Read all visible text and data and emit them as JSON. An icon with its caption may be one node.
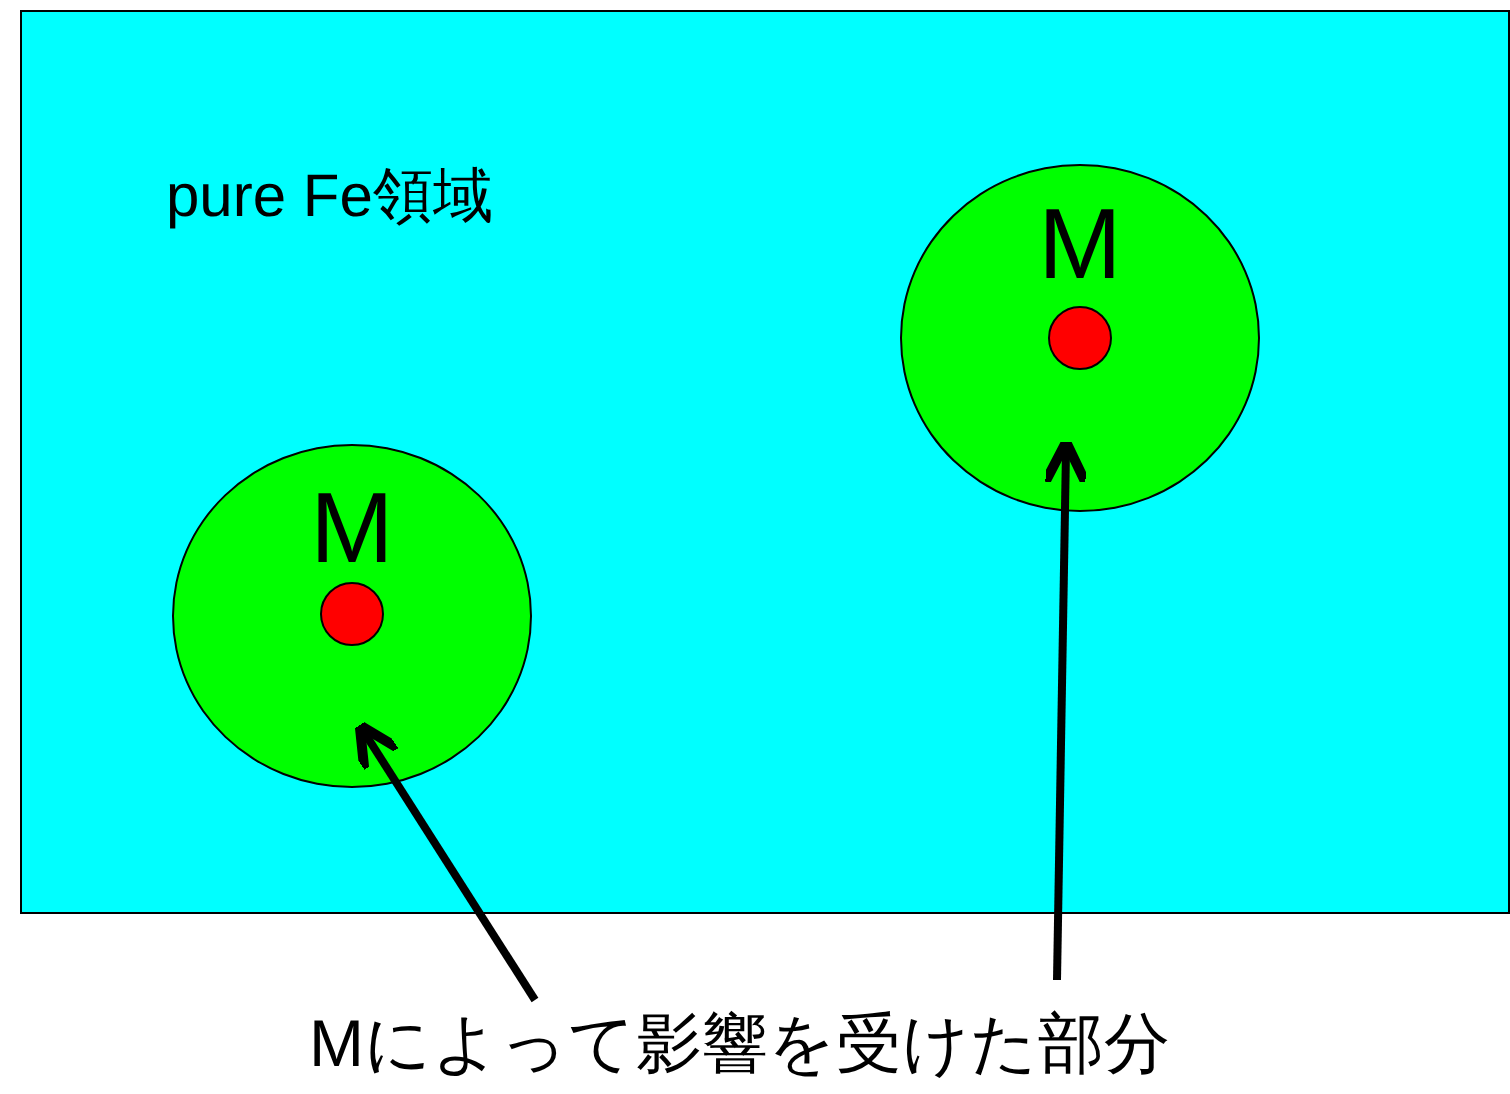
{
  "diagram": {
    "nodes": [
      {
        "text": [
          "pure Fe領域"
        ]
      },
      {
        "text": [
          "M"
        ],
        "in": 0
      },
      {
        "text": [],
        "shape": "circle",
        "in": 1
      },
      {
        "text": [
          "M"
        ],
        "in": 0
      },
      {
        "text": [],
        "shape": "circle",
        "in": 3
      },
      {
        "text": [
          "Mによって影響を受けた部分"
        ]
      }
    ],
    "edges": [
      {
        "from": 5,
        "to": 1,
        "arrow": "to"
      },
      {
        "from": 5,
        "to": 3,
        "arrow": "to"
      }
    ]
  }
}
